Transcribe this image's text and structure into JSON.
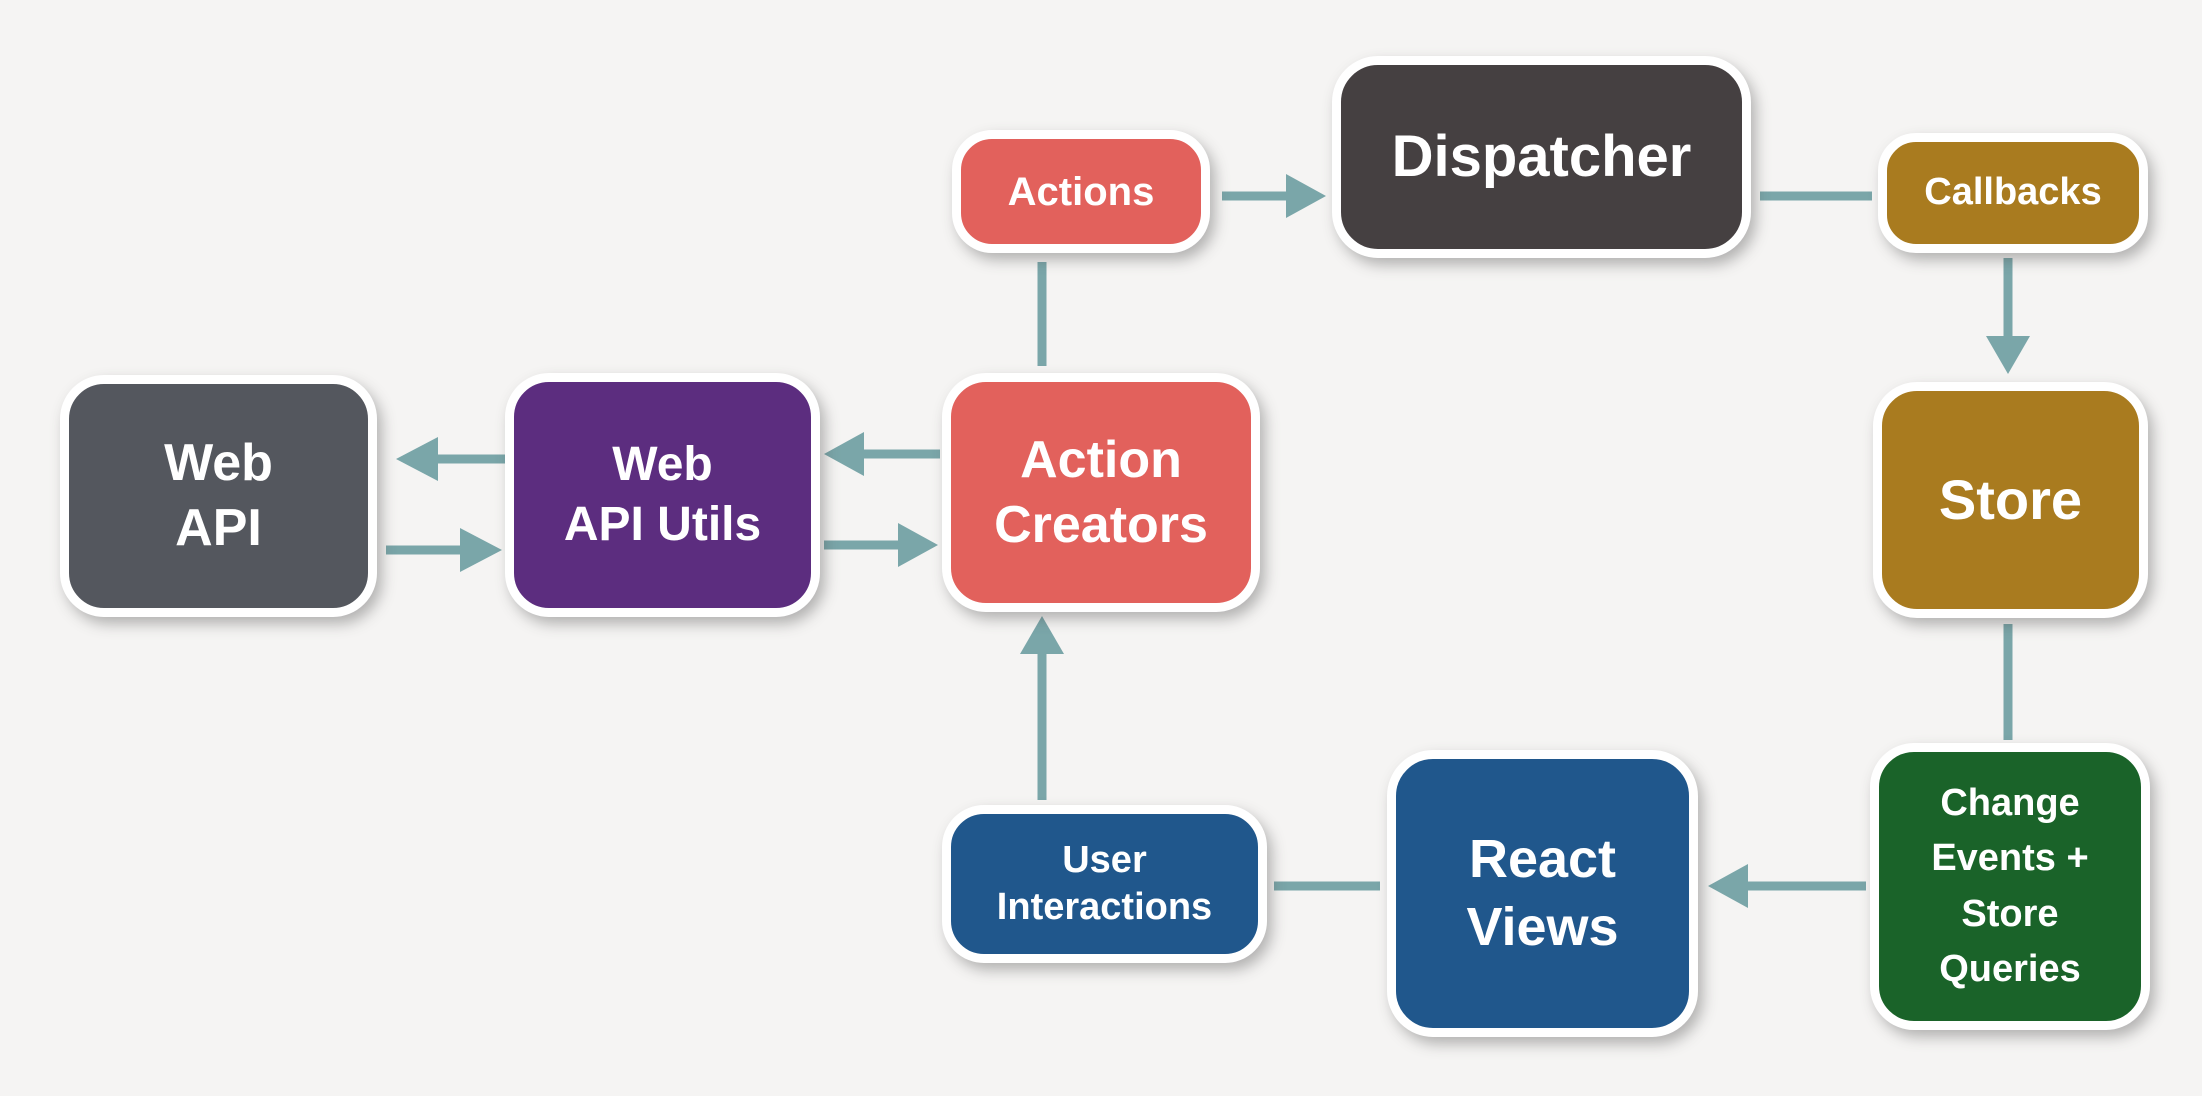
{
  "background": "#F5F4F3",
  "arrow_color": "#7AA6A9",
  "nodes": [
    {
      "id": "web-api",
      "label": "Web\nAPI",
      "color": "#54575E"
    },
    {
      "id": "web-api-utils",
      "label": "Web\nAPI Utils",
      "color": "#5C2D7F"
    },
    {
      "id": "action-creators",
      "label": "Action\nCreators",
      "color": "#E2615C"
    },
    {
      "id": "actions",
      "label": "Actions",
      "color": "#E2615C"
    },
    {
      "id": "dispatcher",
      "label": "Dispatcher",
      "color": "#454041"
    },
    {
      "id": "callbacks",
      "label": "Callbacks",
      "color": "#A97B1F"
    },
    {
      "id": "store",
      "label": "Store",
      "color": "#A97B1F"
    },
    {
      "id": "change-events",
      "label": "Change\nEvents +\nStore\nQueries",
      "color": "#1A6329"
    },
    {
      "id": "react-views",
      "label": "React\nViews",
      "color": "#20578C"
    },
    {
      "id": "user-interactions",
      "label": "User\nInteractions",
      "color": "#20578C"
    }
  ],
  "connections": [
    {
      "from": "actions",
      "to": "dispatcher",
      "arrowhead": true
    },
    {
      "from": "dispatcher",
      "to": "callbacks",
      "arrowhead": false
    },
    {
      "from": "callbacks",
      "to": "store",
      "arrowhead": true
    },
    {
      "from": "store",
      "to": "change-events",
      "arrowhead": false
    },
    {
      "from": "change-events",
      "to": "react-views",
      "arrowhead": true
    },
    {
      "from": "react-views",
      "to": "user-interactions",
      "arrowhead": false
    },
    {
      "from": "user-interactions",
      "to": "action-creators",
      "arrowhead": true
    },
    {
      "from": "action-creators",
      "to": "actions",
      "arrowhead": false
    },
    {
      "from": "web-api-utils",
      "to": "web-api",
      "arrowhead": true
    },
    {
      "from": "web-api",
      "to": "web-api-utils",
      "arrowhead": true
    },
    {
      "from": "action-creators",
      "to": "web-api-utils",
      "arrowhead": true
    },
    {
      "from": "web-api-utils",
      "to": "action-creators",
      "arrowhead": true
    }
  ]
}
